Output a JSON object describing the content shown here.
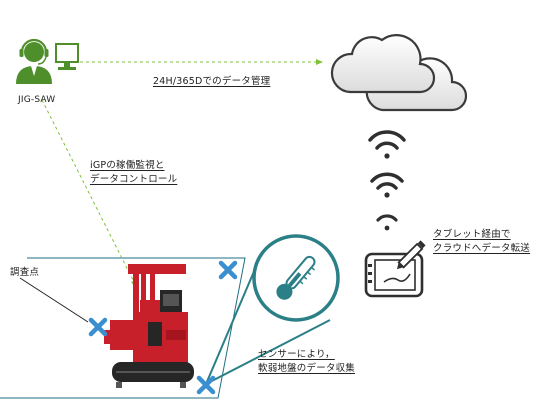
{
  "operator": {
    "label": "JIG-SAW",
    "icon": "operator-headset-icon"
  },
  "cloud": {
    "icon": "cloud-icon"
  },
  "links": {
    "cloud_management": "24H/365Dでのデータ管理",
    "igp_line1": "iGPの稼働監視と",
    "igp_line2": "データコントロール"
  },
  "tablet": {
    "icon": "tablet-pen-icon",
    "line1": "タブレット経由で",
    "line2": "クラウドへデータ転送"
  },
  "survey": {
    "label": "調査点",
    "marker_icon": "x-marker-icon"
  },
  "sensor": {
    "icon": "thermometer-icon",
    "line1": "センサーにより，",
    "line2": "軟弱地盤のデータ収集"
  },
  "machine": {
    "icon": "drilling-rig-icon"
  },
  "colors": {
    "accent_green": "#7dc23a",
    "teal": "#2b7f86",
    "marker_blue": "#3a8fd0",
    "rig_red": "#c8202a",
    "dark": "#2f2f2f"
  }
}
